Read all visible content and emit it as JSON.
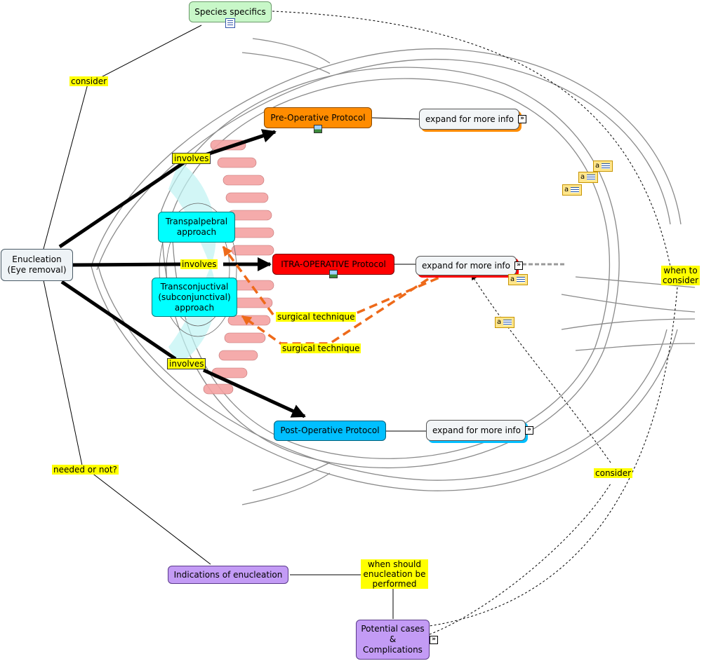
{
  "nodes": {
    "species": "Species specifics",
    "enucleation": "Enucleation\n(Eye removal)",
    "pre_op": "Pre-Operative Protocol",
    "intra_op": "ITRA-OPERATIVE Protocol",
    "post_op": "Post-Operative Protocol",
    "transpalpebral": "Transpalpebral\napproach",
    "transconjunctival": "Transconjuctival\n(subconjunctival)\napproach",
    "indications": "Indications of enucleation",
    "potential": "Potential cases\n&\nComplications"
  },
  "expand": {
    "pre": "expand for more info",
    "intra": "expand for more info",
    "post": "expand for more info"
  },
  "labels": {
    "consider_top": "consider",
    "involves_top": "involves",
    "involves_mid": "involves",
    "involves_bottom": "involves",
    "surgical_1": "surgical technique",
    "surgical_2": "surgical technique",
    "when_to_consider": "when to\nconsider",
    "consider_right": "consider",
    "needed_or_not": "needed or not?",
    "when_should": "when should\nenucleation be\nperformed"
  },
  "colors": {
    "species": "#c8f7c8",
    "pre_op": "#ff8c00",
    "intra_op": "#ff0000",
    "post_op": "#00bfff",
    "approach": "#00ffff",
    "purple": "#c39bf5",
    "enucleation": "#eef3f6",
    "label": "#ffff00",
    "dashed_orange": "#ee6a1a"
  },
  "icons": {
    "chevron": "»",
    "note_letter": "a"
  }
}
